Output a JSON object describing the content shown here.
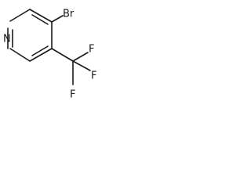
{
  "molecule": {
    "atoms": {
      "nitrogen": "N",
      "bromine": "Br",
      "fluorine_1": "F",
      "fluorine_2": "F",
      "fluorine_3": "F"
    }
  }
}
